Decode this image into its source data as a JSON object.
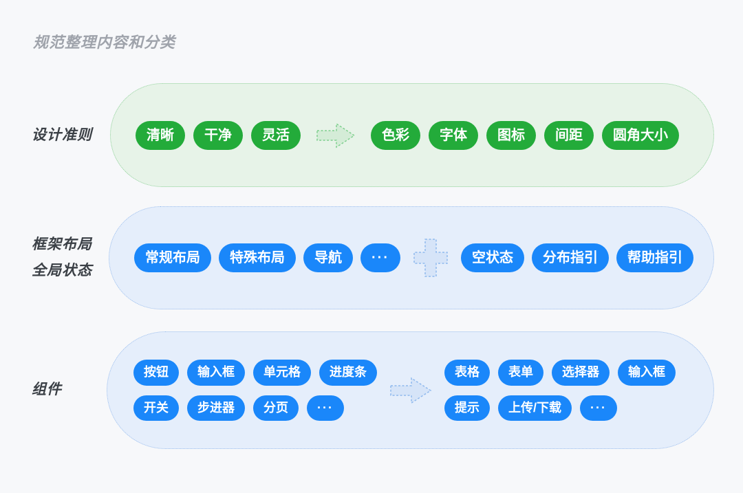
{
  "page": {
    "title": "规范整理内容和分类",
    "background": "#f7f8fa"
  },
  "colors": {
    "green_pill": "#23ab3a",
    "green_container_bg": "#e7f3e8",
    "green_container_border": "#8cd097",
    "blue_pill": "#1a87fa",
    "blue_container_bg": "#e5eefb",
    "blue_container_border": "#9abded",
    "label_text": "#3b4046",
    "title_text": "#9fa3ab",
    "pill_text": "#ffffff",
    "page_bg": "#f7f8fa"
  },
  "sections": {
    "principles": {
      "label": "设计准则",
      "inputs": [
        "清晰",
        "干净",
        "灵活"
      ],
      "connector": "arrow-right",
      "outputs": [
        "色彩",
        "字体",
        "图标",
        "间距",
        "圆角大小"
      ]
    },
    "framework": {
      "label_line1": "框架布局",
      "label_line2": "全局状态",
      "inputs": [
        "常规布局",
        "特殊布局",
        "导航",
        "···"
      ],
      "connector": "plus",
      "outputs": [
        "空状态",
        "分布指引",
        "帮助指引"
      ]
    },
    "components": {
      "label": "组件",
      "inputs_row1": [
        "按钮",
        "输入框",
        "单元格",
        "进度条"
      ],
      "inputs_row2": [
        "开关",
        "步进器",
        "分页",
        "···"
      ],
      "connector": "arrow-right",
      "outputs_row1": [
        "表格",
        "表单",
        "选择器",
        "输入框"
      ],
      "outputs_row2": [
        "提示",
        "上传/下载",
        "···"
      ]
    }
  }
}
